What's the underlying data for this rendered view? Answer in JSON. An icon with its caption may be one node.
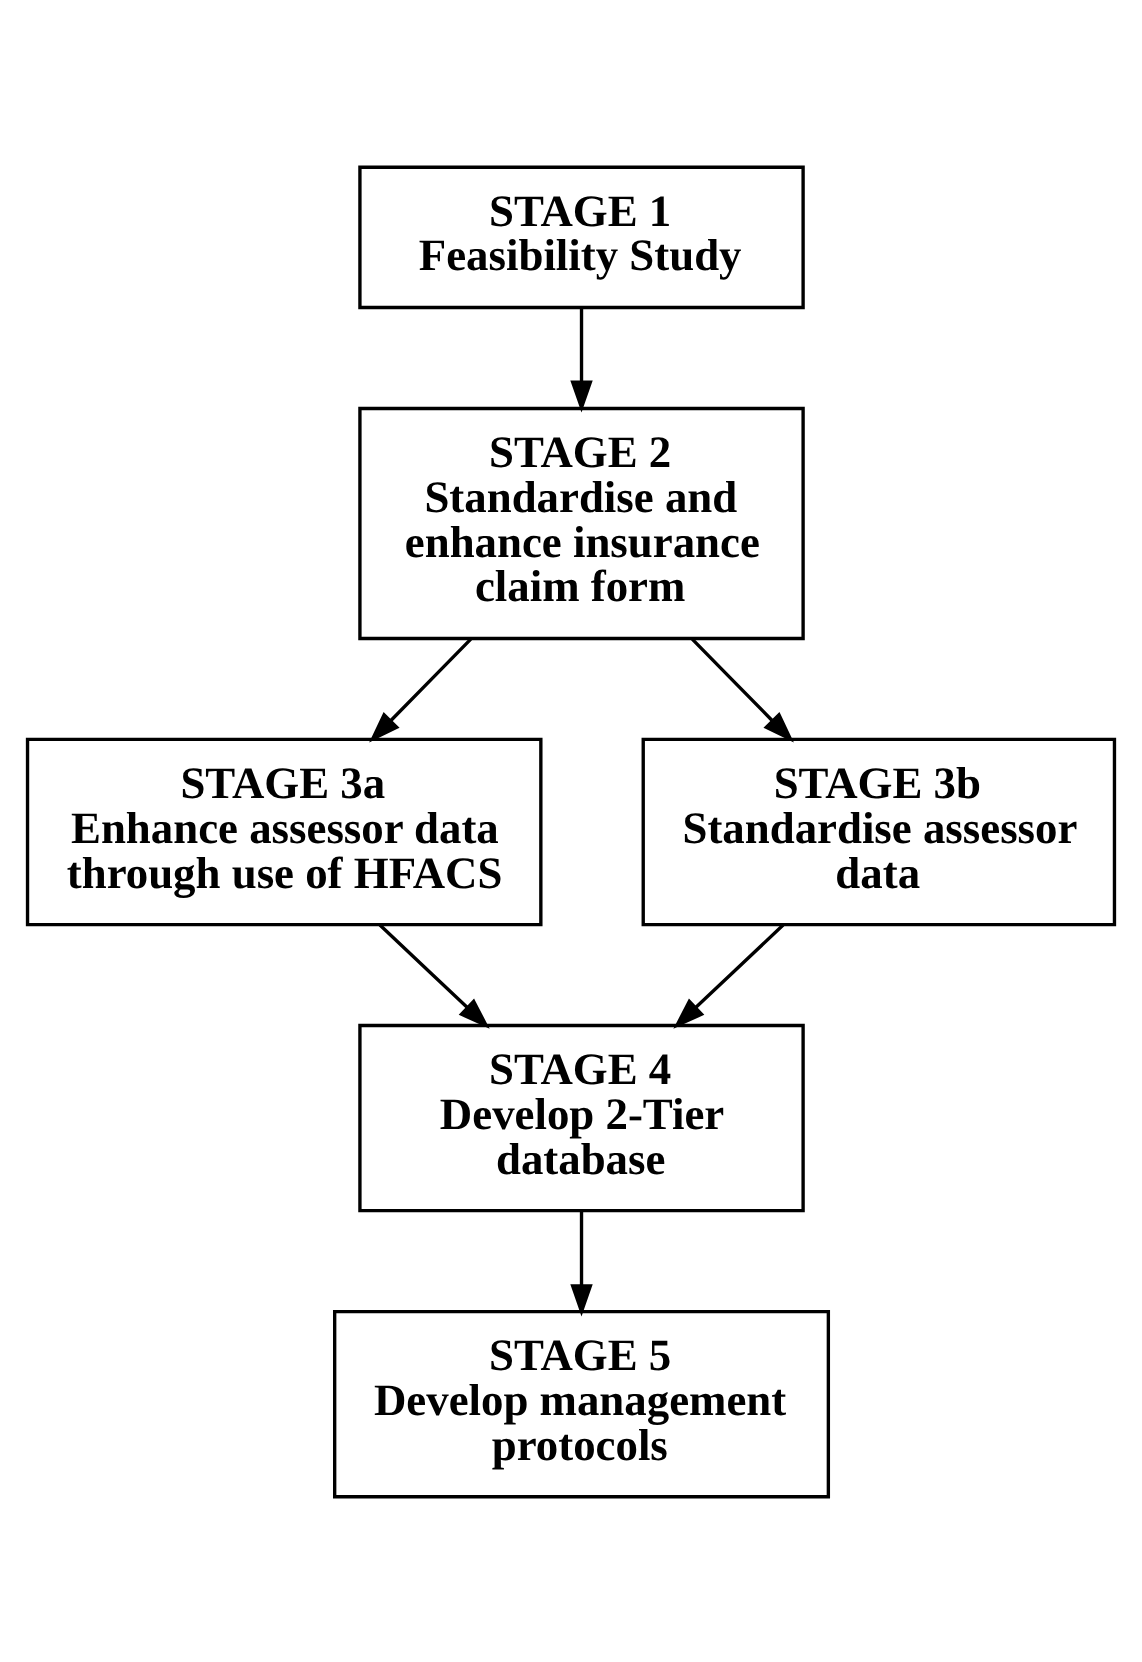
{
  "diagram": {
    "nodes": [
      {
        "text": [
          "STAGE 1",
          "Feasibility Study"
        ]
      },
      {
        "text": [
          "STAGE 2",
          "Standardise and enhance insurance claim form"
        ]
      },
      {
        "text": [
          "STAGE 3a",
          "Enhance assessor data through use of HFACS"
        ]
      },
      {
        "text": [
          "STAGE 3b",
          "Standardise assessor data"
        ]
      },
      {
        "text": [
          "STAGE 4",
          "Develop 2-Tier database"
        ]
      },
      {
        "text": [
          "STAGE 5",
          "Develop management protocols"
        ]
      }
    ],
    "edges": [
      {
        "from": 0,
        "to": 1,
        "arrow": "to"
      },
      {
        "from": 1,
        "to": 2,
        "arrow": "to"
      },
      {
        "from": 1,
        "to": 3,
        "arrow": "to"
      },
      {
        "from": 2,
        "to": 4,
        "arrow": "to"
      },
      {
        "from": 3,
        "to": 4,
        "arrow": "to"
      },
      {
        "from": 4,
        "to": 5,
        "arrow": "to"
      }
    ]
  }
}
